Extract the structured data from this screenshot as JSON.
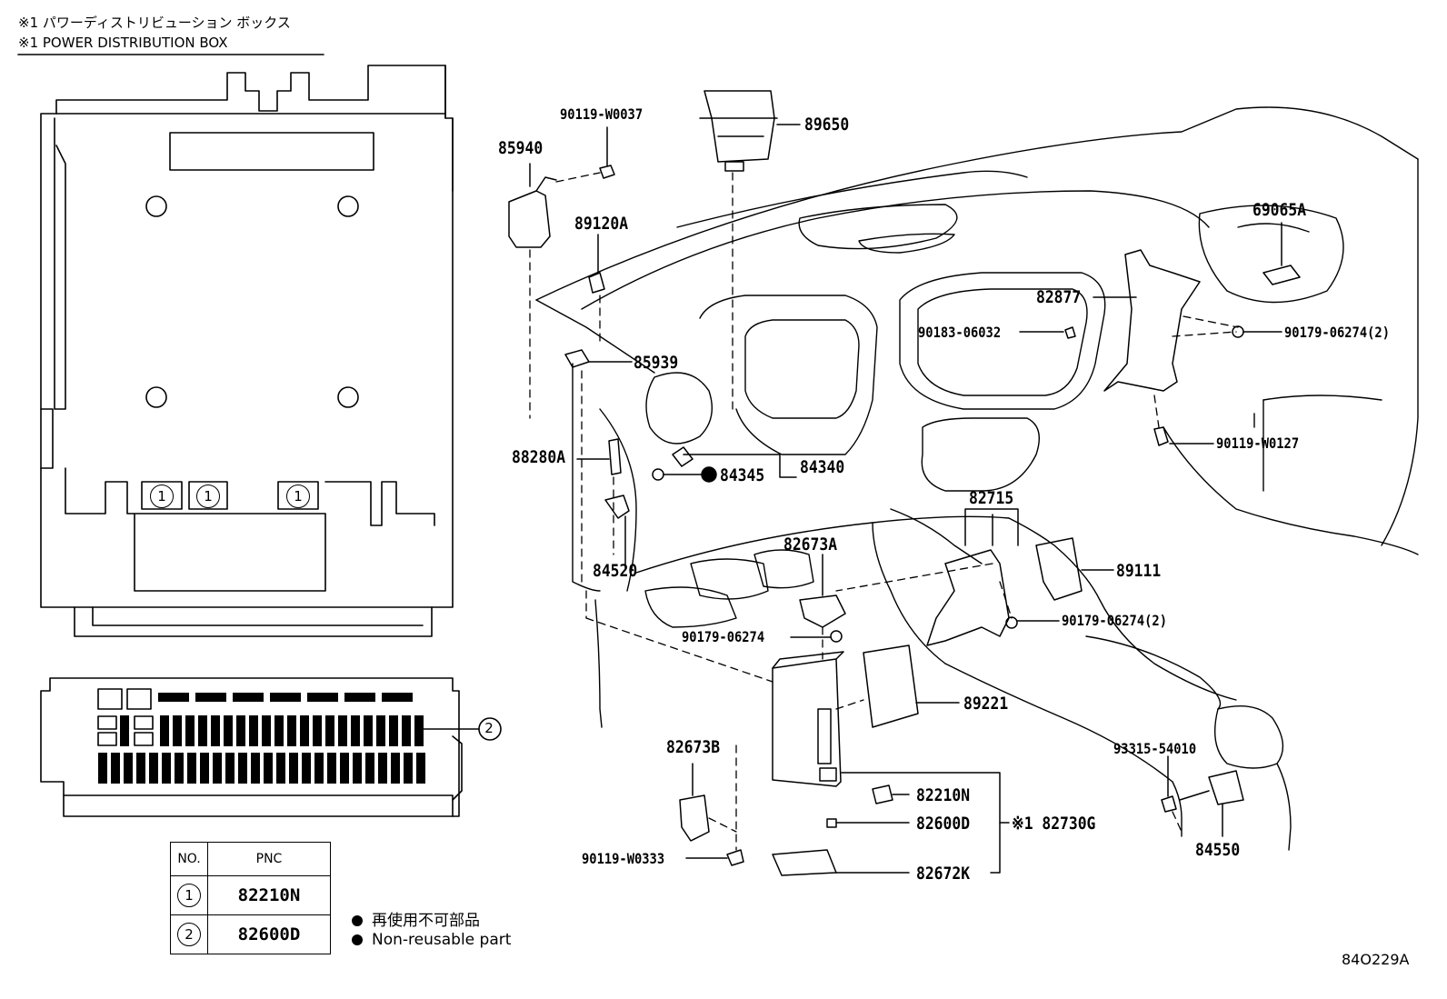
{
  "header": {
    "jp": "※1 パワーディストリビューション ボックス",
    "en": "※1 POWER DISTRIBUTION BOX"
  },
  "box_markers": [
    "1",
    "1",
    "1",
    "2"
  ],
  "table": {
    "headers": [
      "NO.",
      "PNC"
    ],
    "rows": [
      {
        "no": "1",
        "pnc": "82210N"
      },
      {
        "no": "2",
        "pnc": "82600D"
      }
    ]
  },
  "legend": {
    "jp": "再使用不可部品",
    "en": "Non-reusable part"
  },
  "parts": {
    "p90119_W0037": "90119-W0037",
    "p89650": "89650",
    "p85940": "85940",
    "p89120A": "89120A",
    "p69065A": "69065A",
    "p82877": "82877",
    "p90183_06032": "90183-06032",
    "p90179_06274_2a": "90179-06274(2)",
    "p85939": "85939",
    "p90119_W0127": "90119-W0127",
    "p88280A": "88280A",
    "p84345": "84345",
    "p84340": "84340",
    "p82715": "82715",
    "p82673A": "82673A",
    "p89111": "89111",
    "p84520": "84520",
    "p90179_06274_2b": "90179-06274(2)",
    "p90179_06274": "90179-06274",
    "p89221": "89221",
    "p82673B": "82673B",
    "p93315_54010": "93315-54010",
    "p82210N": "82210N",
    "p82600D": "82600D",
    "p82730G": "※1 82730G",
    "p90119_W0333": "90119-W0333",
    "p84550": "84550",
    "p82672K": "82672K"
  },
  "diagram_code": "84O229A"
}
